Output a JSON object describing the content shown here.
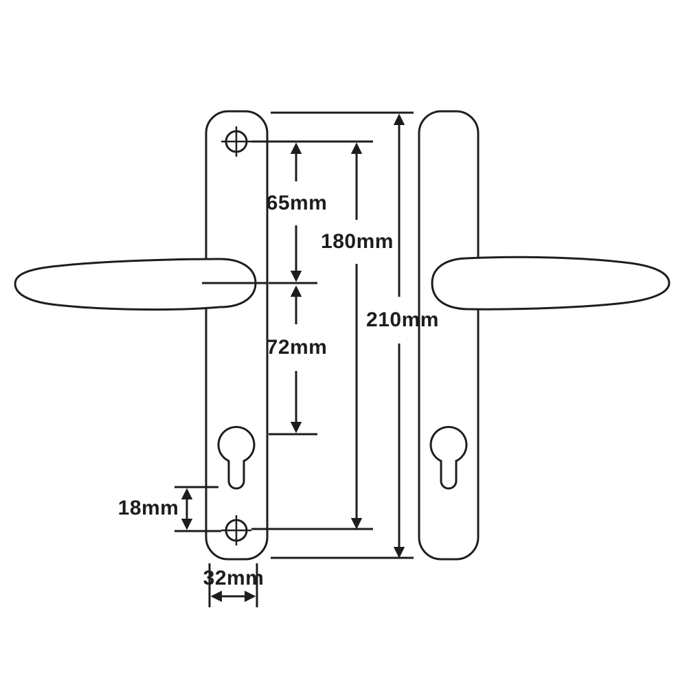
{
  "diagram": {
    "subject": "door-handle-backplate-technical-drawing",
    "colors": {
      "line": "#1d1d1b",
      "background": "#ffffff"
    },
    "dimensions": {
      "top_screw_to_spindle": "65mm",
      "screw_centres": "180mm",
      "spindle_to_cylinder": "72mm",
      "backplate_height": "210mm",
      "cylinder_to_bottom_screw": "18mm",
      "backplate_width": "32mm"
    }
  }
}
